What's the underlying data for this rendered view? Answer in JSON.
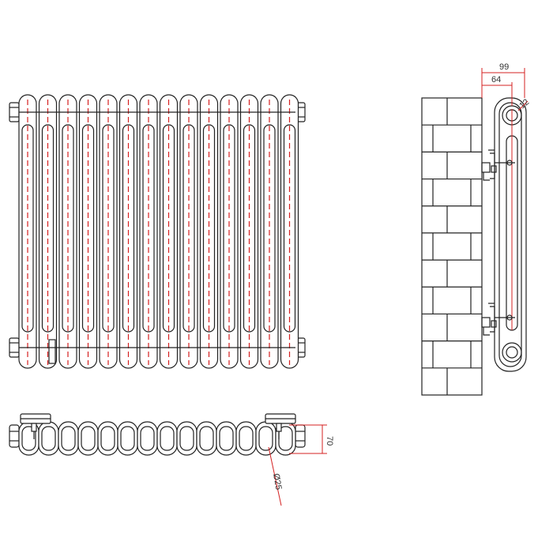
{
  "colors": {
    "outline": "#222222",
    "dimension": "#d42020",
    "background": "#ffffff"
  },
  "front_view": {
    "column_count": 14
  },
  "side_view": {
    "dimensions": {
      "outer_depth": "99",
      "inner_depth": "64",
      "tube_diameter": "12"
    }
  },
  "plan_view": {
    "section_count": 14,
    "dimensions": {
      "height": "70",
      "tube_diameter": "Ø25"
    }
  }
}
